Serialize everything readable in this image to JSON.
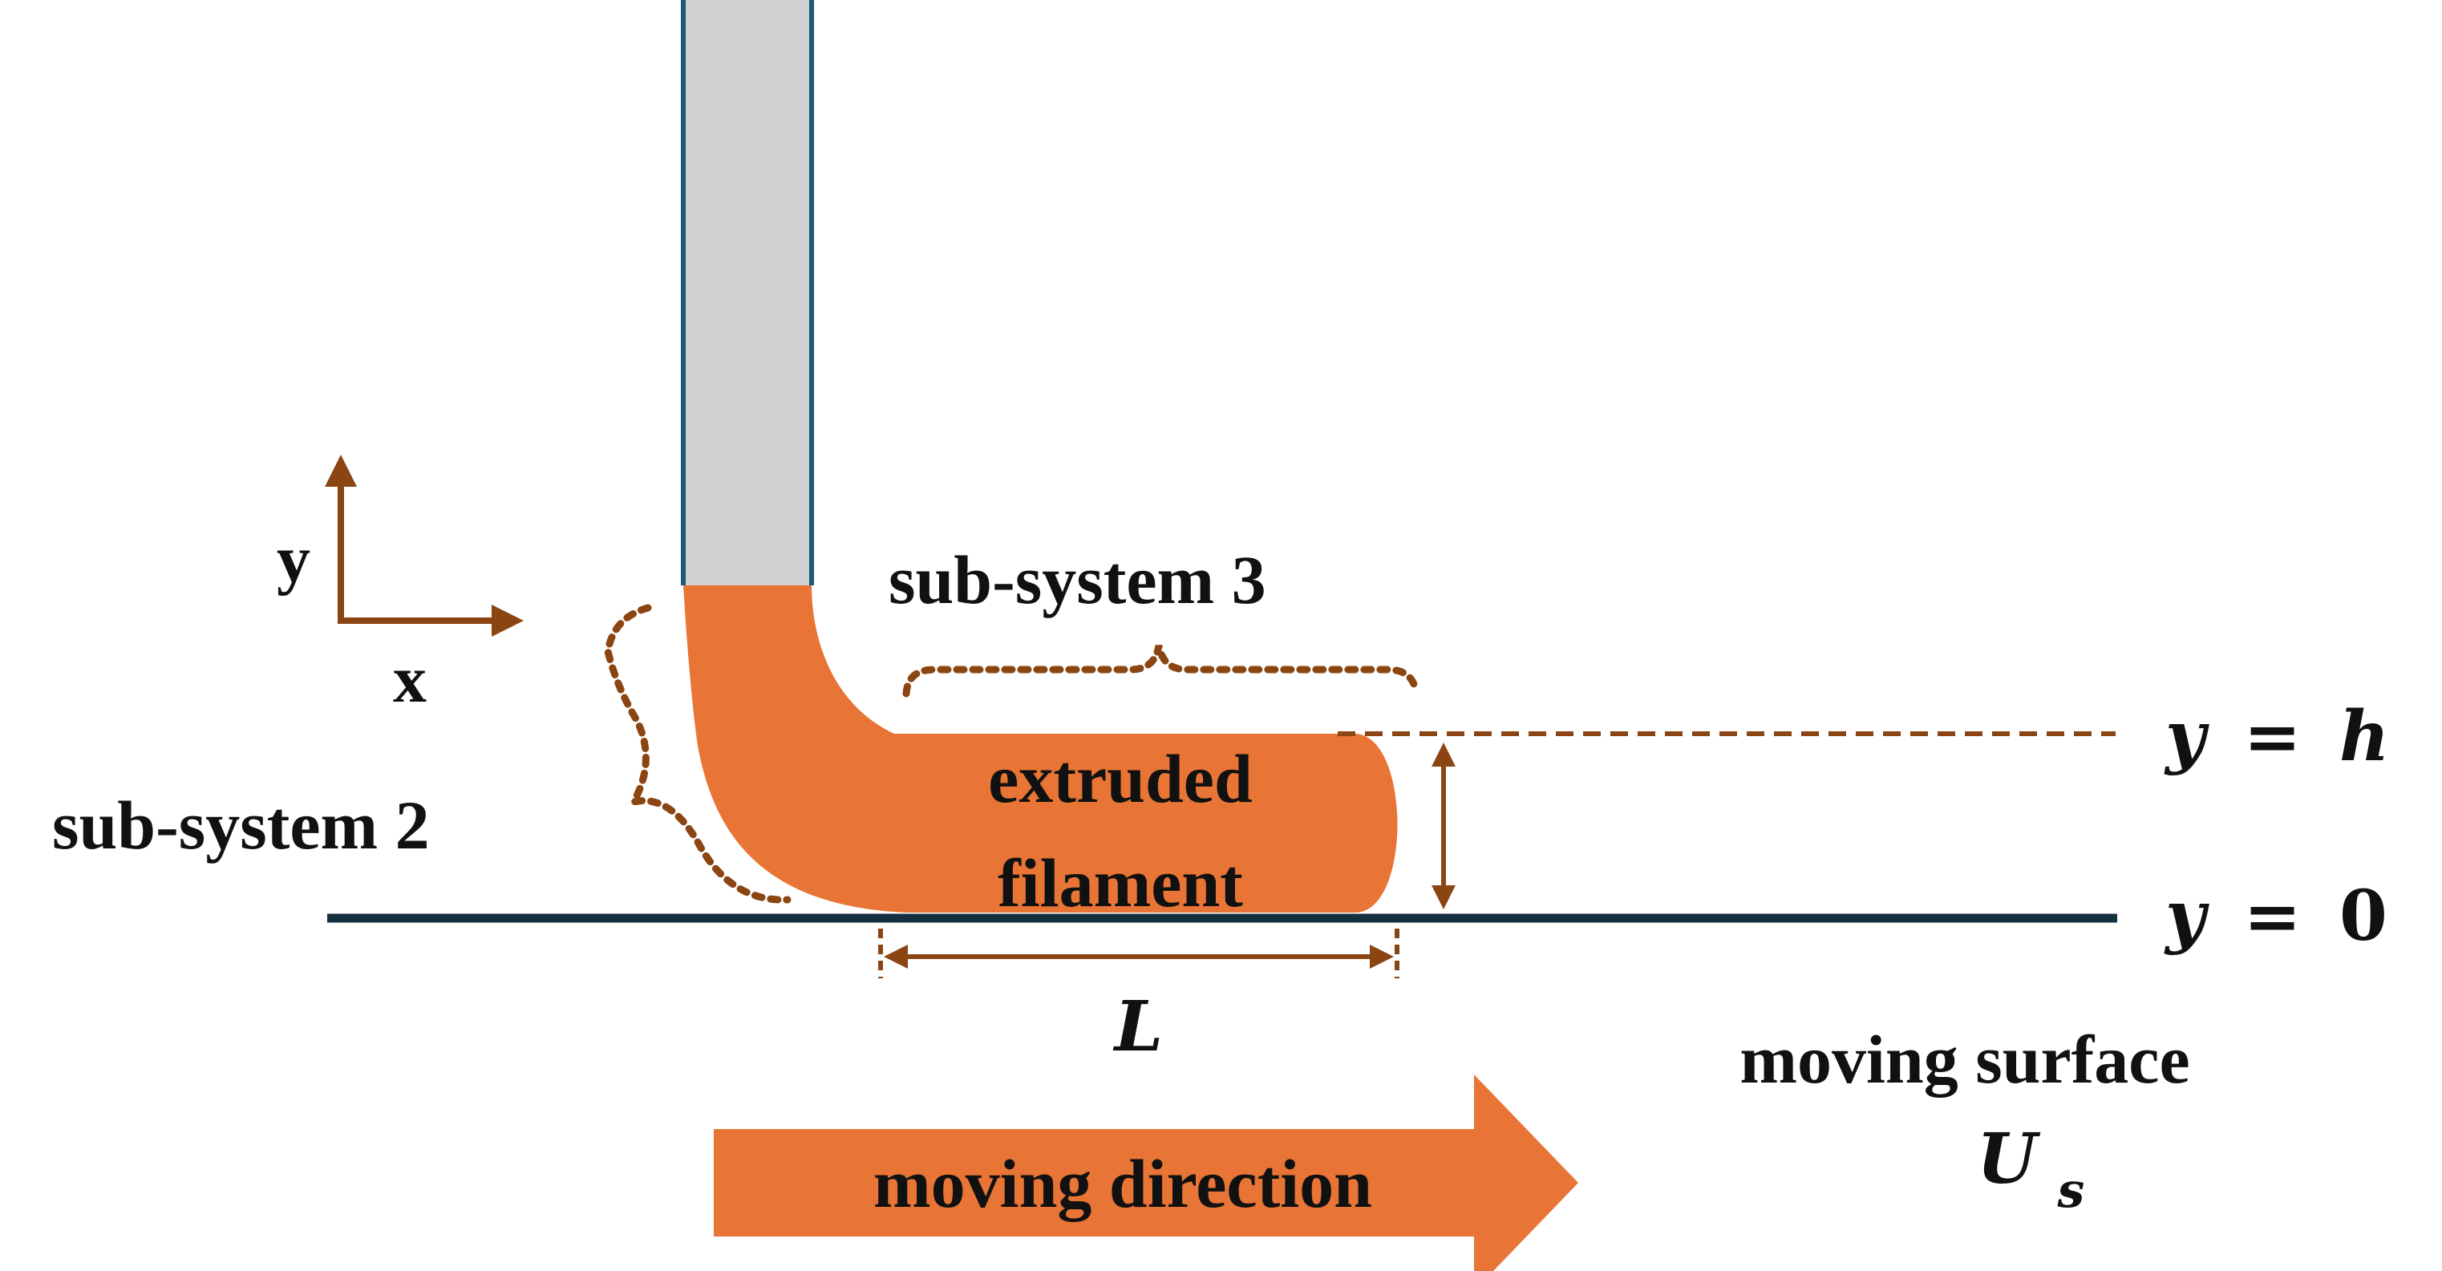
{
  "labels": {
    "axis_y": "y",
    "axis_x": "x",
    "subsystem_2": "sub-system 2",
    "subsystem_3": "sub-system 3",
    "filament_line1": "extruded",
    "filament_line2": "filament",
    "y_h_var": "y",
    "y_h_eq": "=",
    "y_h_val": "h",
    "y_0_var": "y",
    "y_0_eq": "=",
    "y_0_val": "0",
    "length": "L",
    "moving_surface": "moving surface",
    "velocity_main": "U",
    "velocity_sub": "s",
    "moving_direction": "moving direction"
  },
  "colors": {
    "filament": "#E87435",
    "nozzle_fill": "#D0D0D0",
    "nozzle_edge": "#1F5A7A",
    "surface": "#14303F",
    "annotation": "#8B4513",
    "text": "#111111"
  }
}
